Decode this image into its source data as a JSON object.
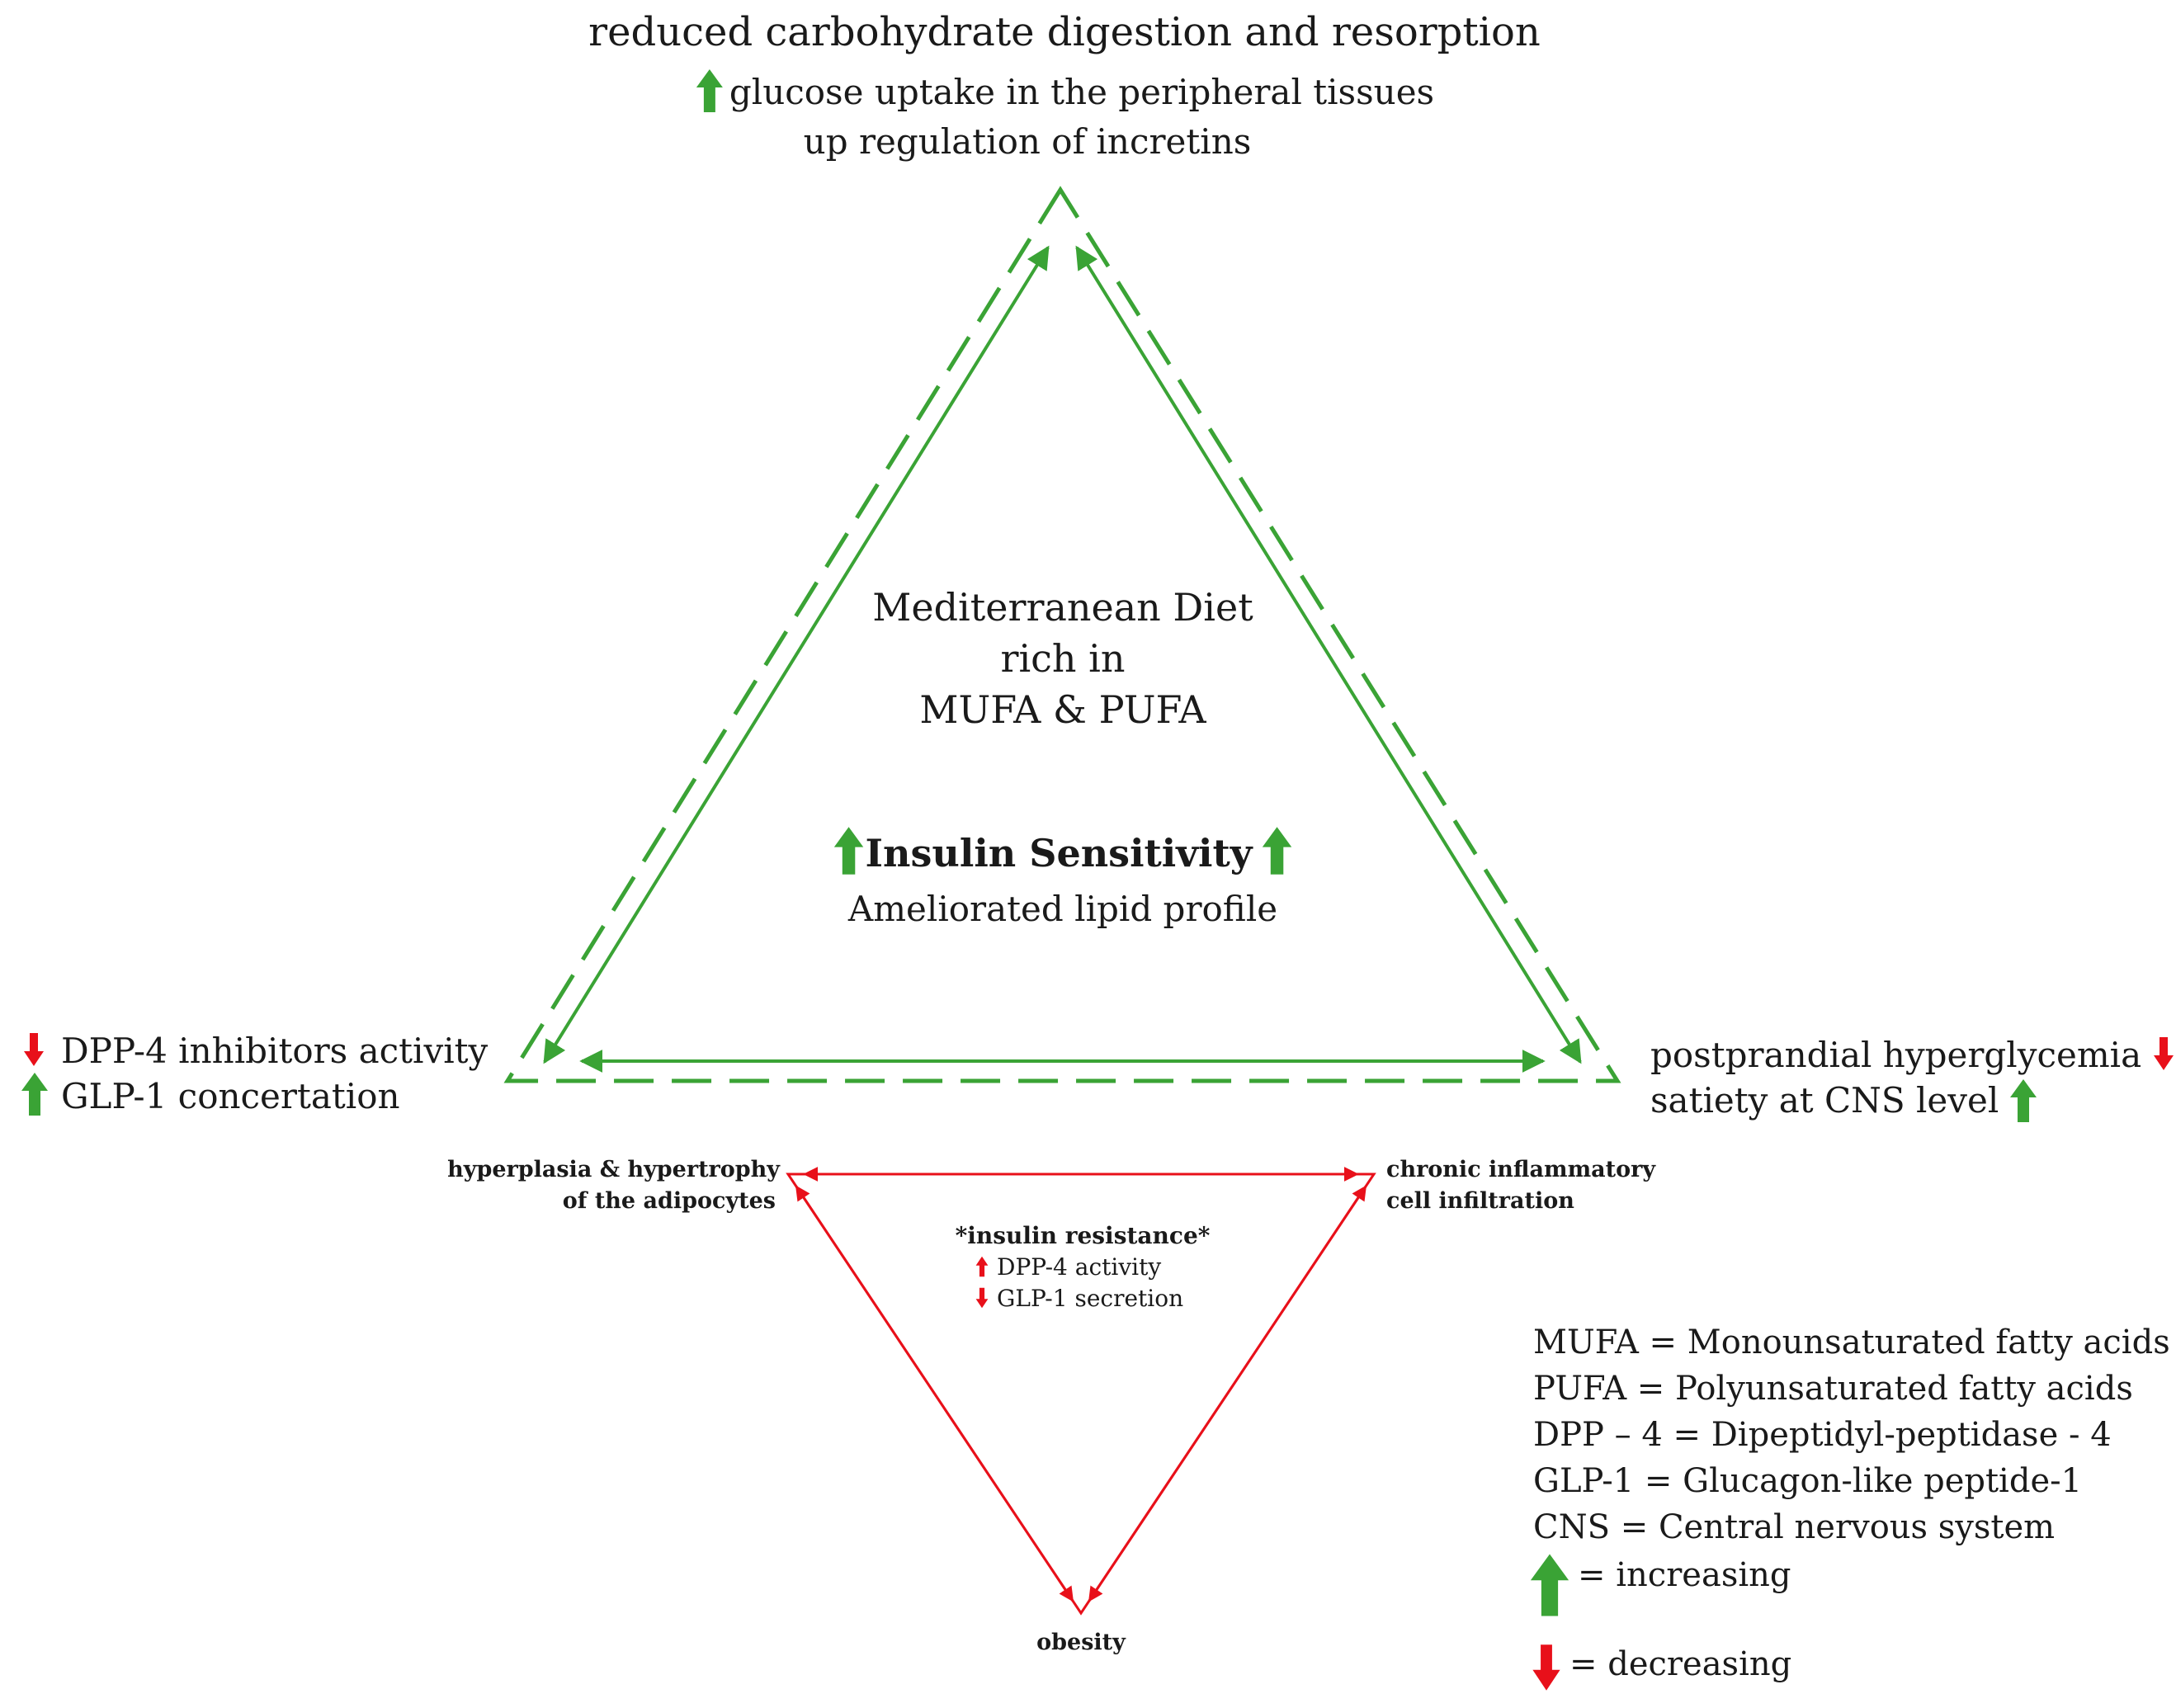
{
  "colors": {
    "green": "#3aa335",
    "red": "#e8101a",
    "text": "#1a1a1a"
  },
  "top": {
    "line1": "reduced carbohydrate digestion and resorption",
    "line2": "glucose uptake in the peripheral tissues",
    "line3": "up regulation of incretins"
  },
  "center": {
    "line1": "Mediterranean Diet",
    "line2": "rich in",
    "line3": "MUFA & PUFA",
    "insulin": "Insulin Sensitivity",
    "lipid": "Ameliorated lipid profile"
  },
  "left": {
    "line1": "DPP-4 inhibitors activity",
    "line2": "GLP-1 concertation"
  },
  "right": {
    "line1": "postprandial hyperglycemia",
    "line2": "satiety at CNS level"
  },
  "red_triangle": {
    "left_label_1": "hyperplasia & hypertrophy",
    "left_label_2": "of the adipocytes",
    "right_label_1": "chronic inflammatory",
    "right_label_2": "cell infiltration",
    "bottom_label": "obesity",
    "center_title": "*insulin resistance*",
    "center_line1": "DPP-4 activity",
    "center_line2": "GLP-1 secretion"
  },
  "legend": {
    "items": [
      "MUFA = Monounsaturated  fatty acids",
      "PUFA = Polyunsaturated  fatty acids",
      "DPP – 4 = Dipeptidyl-peptidase  - 4",
      "GLP-1 = Glucagon-like  peptide-1",
      "CNS = Central nervous  system"
    ],
    "increasing": "= increasing",
    "decreasing": "= decreasing"
  }
}
